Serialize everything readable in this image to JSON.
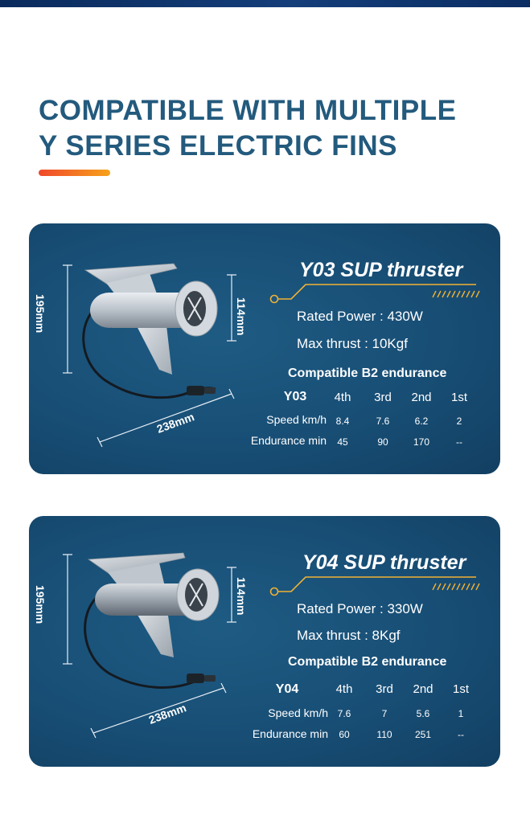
{
  "headline": {
    "line1": "COMPATIBLE WITH MULTIPLE",
    "line2": "Y SERIES ELECTRIC FINS"
  },
  "colors": {
    "headline": "#235a7d",
    "card": "#184e75",
    "accent_start": "#f0472b",
    "accent_end": "#f6a21a",
    "circuit_line": "#f2b233"
  },
  "cards": [
    {
      "dims": {
        "height": "195mm",
        "thruster": "114mm",
        "length": "238mm"
      },
      "title": "Y03 SUP thruster",
      "rated_power": "Rated Power : 430W",
      "max_thrust": "Max thrust : 10Kgf",
      "compat_title": "Compatible B2 endurance",
      "table": {
        "model": "Y03",
        "gears": [
          "4th",
          "3rd",
          "2nd",
          "1st"
        ],
        "speed_label": "Speed km/h",
        "speed": [
          "8.4",
          "7.6",
          "6.2",
          "2"
        ],
        "endurance_label": "Endurance min",
        "endurance": [
          "45",
          "90",
          "170",
          "--"
        ]
      }
    },
    {
      "dims": {
        "height": "195mm",
        "thruster": "114mm",
        "length": "238mm"
      },
      "title": "Y04 SUP thruster",
      "rated_power": "Rated Power : 330W",
      "max_thrust": "Max thrust :  8Kgf",
      "compat_title": "Compatible B2 endurance",
      "table": {
        "model": "Y04",
        "gears": [
          "4th",
          "3rd",
          "2nd",
          "1st"
        ],
        "speed_label": "Speed km/h",
        "speed": [
          "7.6",
          "7",
          "5.6",
          "1"
        ],
        "endurance_label": "Endurance min",
        "endurance": [
          "60",
          "110",
          "251",
          "--"
        ]
      }
    }
  ]
}
